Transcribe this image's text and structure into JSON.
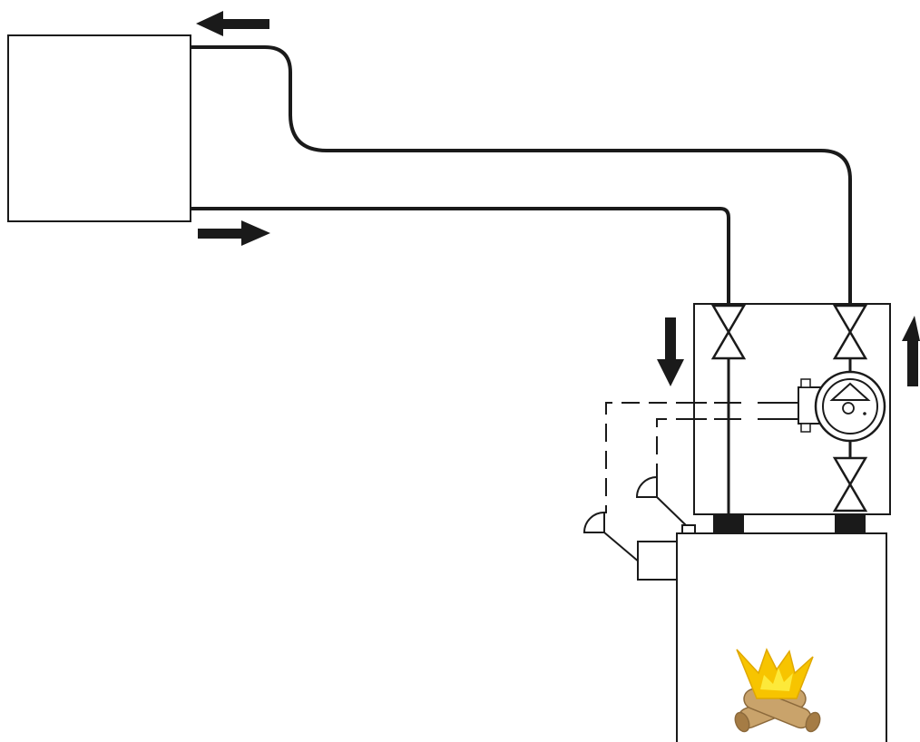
{
  "diagram": {
    "type": "heating-circuit-schematic",
    "components": [
      {
        "id": "radiator",
        "icon": "radiator-box"
      },
      {
        "id": "flow-pipe",
        "icon": "pipe"
      },
      {
        "id": "return-pipe",
        "icon": "pipe"
      },
      {
        "id": "pump-group",
        "icon": "manifold-box"
      },
      {
        "id": "flow-valve-top",
        "icon": "gate-valve"
      },
      {
        "id": "return-valve",
        "icon": "gate-valve"
      },
      {
        "id": "flow-valve-bottom",
        "icon": "gate-valve"
      },
      {
        "id": "circulation-pump",
        "icon": "pump"
      },
      {
        "id": "safety-valves",
        "icon": "relief-valve"
      },
      {
        "id": "boiler",
        "icon": "boiler"
      },
      {
        "id": "fire",
        "icon": "campfire-icon"
      }
    ],
    "flow_arrows": [
      "left",
      "right",
      "down",
      "up"
    ],
    "colors": {
      "line": "#1a1a1a",
      "background": "#ffffff",
      "flame_outer": "#f7c400",
      "flame_inner": "#fde93a",
      "log": "#c9a36b",
      "log_end": "#a57c45"
    }
  }
}
